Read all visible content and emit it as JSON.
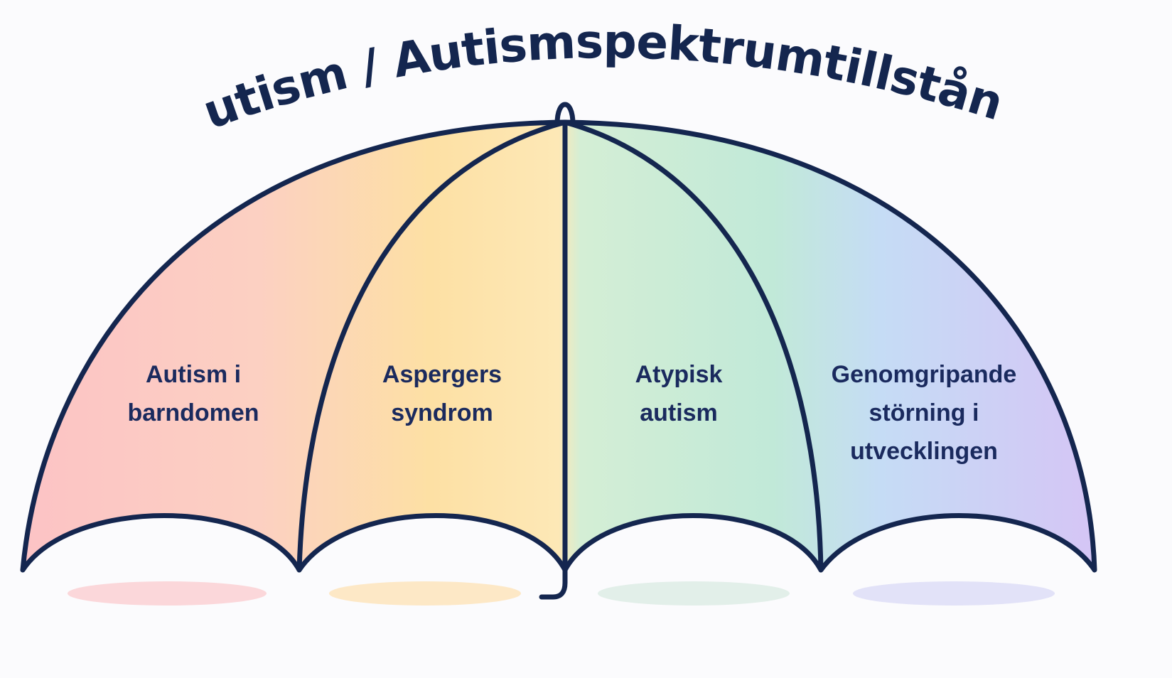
{
  "title": "Autism / Autismspektrumtillstånd",
  "colors": {
    "outline": "#14264f",
    "text": "#1a2a5e"
  },
  "panels": [
    {
      "lines": [
        "Autism i",
        "barndomen"
      ],
      "color": "#fcc3c5",
      "shadow": "#fbd7da"
    },
    {
      "lines": [
        "Aspergers",
        "syndrom"
      ],
      "color": "#fde0a4",
      "shadow": "#fde8c6"
    },
    {
      "lines": [
        "Atypisk",
        "autism"
      ],
      "color": "#c1e9d8",
      "shadow": "#e2efe9"
    },
    {
      "lines": [
        "Genomgripande",
        "störning i",
        "utvecklingen"
      ],
      "color": "#d5c5f5",
      "shadow": "#e2e2f8"
    }
  ]
}
